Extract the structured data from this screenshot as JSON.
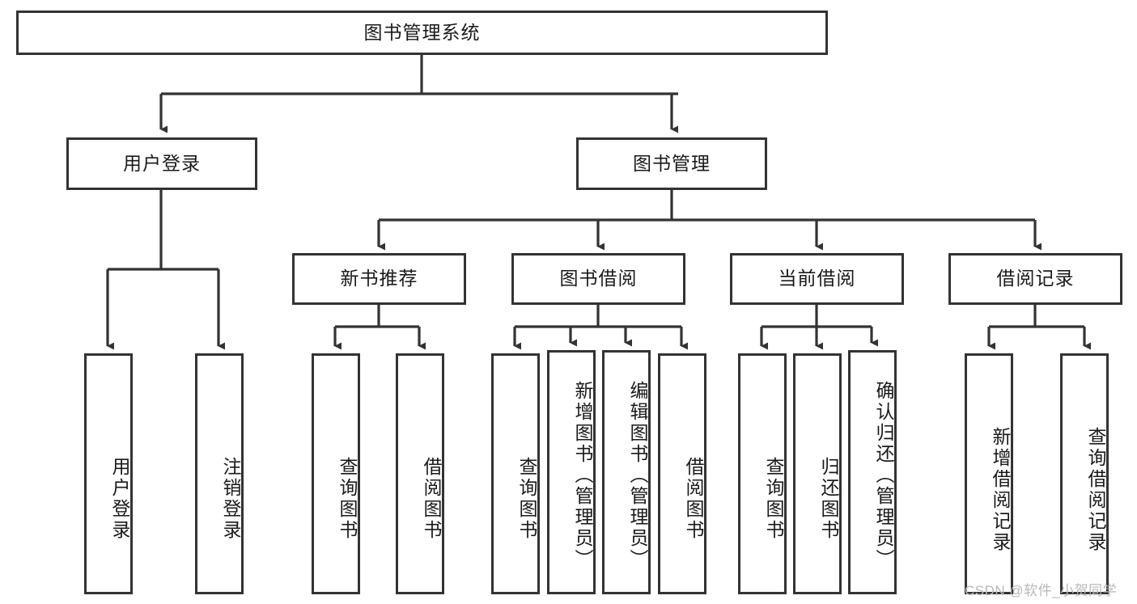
{
  "diagram": {
    "type": "tree-hierarchy",
    "title": "图书管理系统",
    "root": {
      "label": "图书管理系统",
      "orientation": "horizontal"
    },
    "level2": [
      {
        "label": "用户登录",
        "orientation": "horizontal"
      },
      {
        "label": "图书管理",
        "orientation": "horizontal"
      }
    ],
    "level3": [
      {
        "label": "新书推荐",
        "orientation": "horizontal",
        "parent": "图书管理"
      },
      {
        "label": "图书借阅",
        "orientation": "horizontal",
        "parent": "图书管理"
      },
      {
        "label": "当前借阅",
        "orientation": "horizontal",
        "parent": "图书管理"
      },
      {
        "label": "借阅记录",
        "orientation": "horizontal",
        "parent": "图书管理"
      }
    ],
    "leaves": {
      "user_login": [
        {
          "label": "用户登录",
          "orientation": "vertical"
        },
        {
          "label": "注销登录",
          "orientation": "vertical"
        }
      ],
      "new_book_recommend": [
        {
          "label": "查询图书",
          "orientation": "vertical"
        },
        {
          "label": "借阅图书",
          "orientation": "vertical"
        }
      ],
      "book_borrow": [
        {
          "label": "查询图书",
          "orientation": "vertical"
        },
        {
          "label": "新增图书（管理员）",
          "orientation": "vertical"
        },
        {
          "label": "编辑图书（管理员）",
          "orientation": "vertical"
        },
        {
          "label": "借阅图书",
          "orientation": "vertical"
        }
      ],
      "current_borrow": [
        {
          "label": "查询图书",
          "orientation": "vertical"
        },
        {
          "label": "归还图书",
          "orientation": "vertical"
        },
        {
          "label": "确认归还（管理员）",
          "orientation": "vertical"
        }
      ],
      "borrow_record": [
        {
          "label": "新增借阅记录",
          "orientation": "vertical"
        },
        {
          "label": "查询借阅记录",
          "orientation": "vertical"
        }
      ]
    }
  },
  "colors": {
    "background": "#ffffff",
    "node_border": "#333333",
    "node_fill": "#ffffff",
    "text": "#1a1a1a",
    "connector": "#333333",
    "watermark": "#b8b8b8"
  },
  "watermark": {
    "text": "CSDN @软件_小贺同学"
  }
}
